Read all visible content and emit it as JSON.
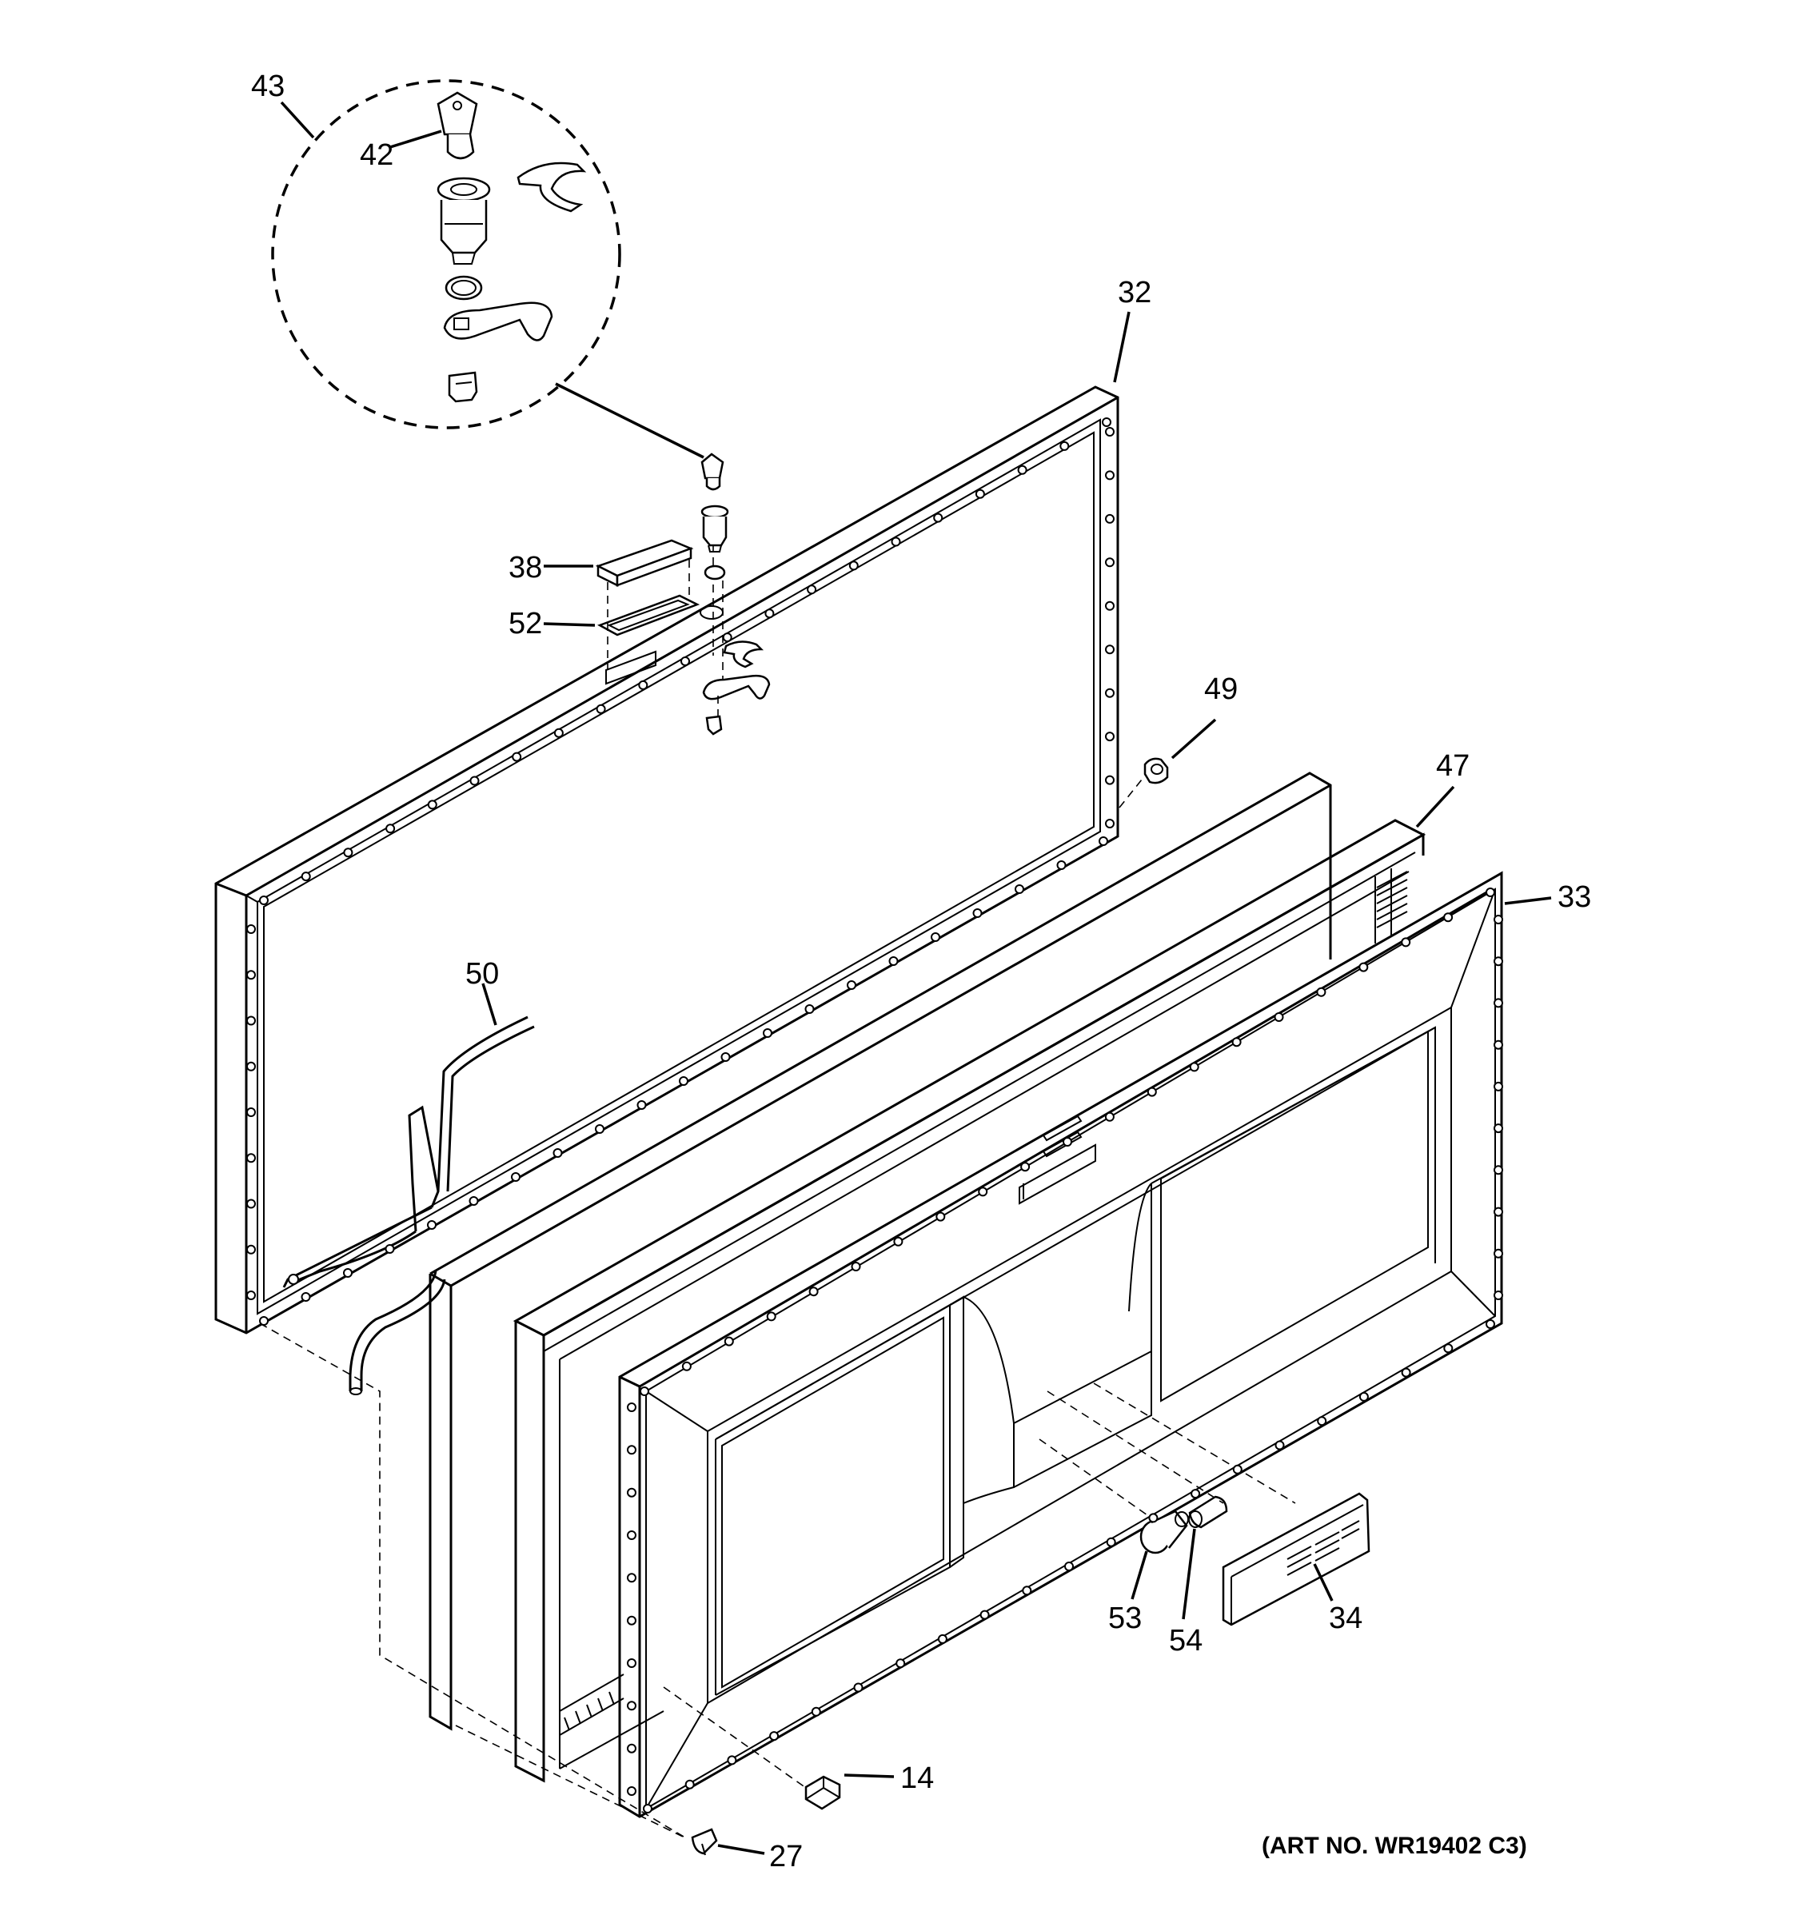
{
  "callouts": {
    "c43": "43",
    "c42": "42",
    "c32": "32",
    "c38": "38",
    "c52": "52",
    "c49": "49",
    "c47": "47",
    "c33": "33",
    "c50": "50",
    "c53": "53",
    "c54": "54",
    "c34": "34",
    "c14": "14",
    "c27": "27"
  },
  "art_number": "(ART NO. WR19402 C3)"
}
